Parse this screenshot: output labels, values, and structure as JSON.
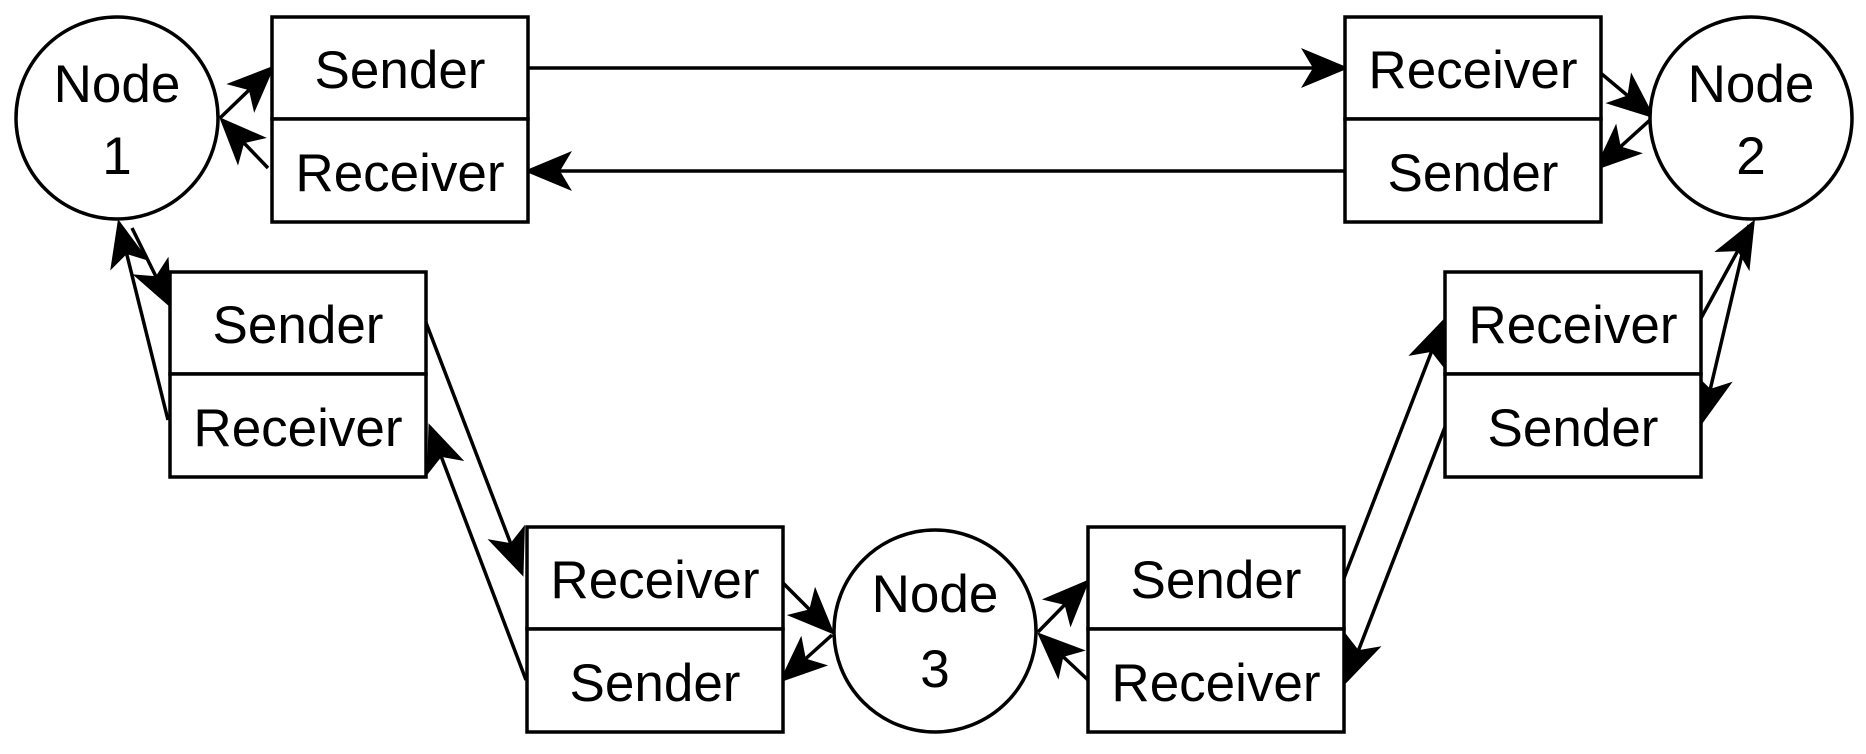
{
  "nodes": [
    {
      "line1": "Node",
      "line2": "1"
    },
    {
      "line1": "Node",
      "line2": "2"
    },
    {
      "line1": "Node",
      "line2": "3"
    }
  ],
  "links": {
    "n1_n2": {
      "a": "Sender",
      "b": "Receiver",
      "c": "Receiver",
      "d": "Sender"
    },
    "n1_n3": {
      "a": "Sender",
      "b": "Receiver",
      "c": "Receiver",
      "d": "Sender"
    },
    "n2_n3": {
      "a": "Receiver",
      "b": "Sender",
      "c": "Sender",
      "d": "Receiver"
    }
  },
  "colors": {
    "stroke": "#000000",
    "background": "#ffffff"
  }
}
